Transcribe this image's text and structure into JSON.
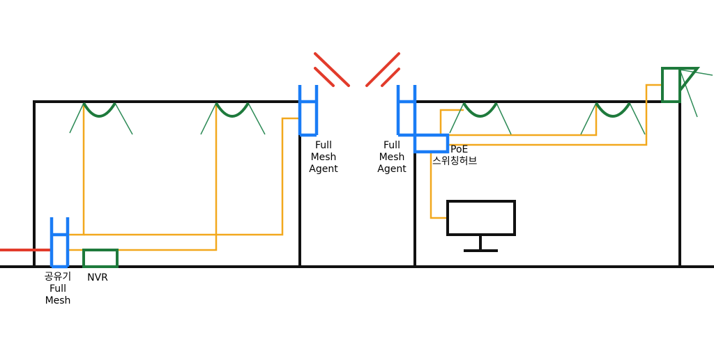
{
  "labels": {
    "router": [
      "공유기",
      "Full",
      "Mesh"
    ],
    "nvr": "NVR",
    "agent_left": [
      "Full",
      "Mesh",
      "Agent"
    ],
    "agent_right": [
      "Full",
      "Mesh",
      "Agent"
    ],
    "poe_switch": [
      "PoE",
      "스위칭허브"
    ]
  },
  "colors": {
    "wall": "#111111",
    "cable": "#f2a81d",
    "mesh_device": "#1a7cf5",
    "camera": "#1e7a3c",
    "camera_view": "#2e8b57",
    "wireless": "#e23b2b",
    "background": "#ffffff"
  },
  "icons": {
    "camera": "dome-camera-icon",
    "monitor": "monitor-icon",
    "wireless": "wireless-signal-icon",
    "outdoor_camera": "wall-mounted-camera-icon"
  }
}
